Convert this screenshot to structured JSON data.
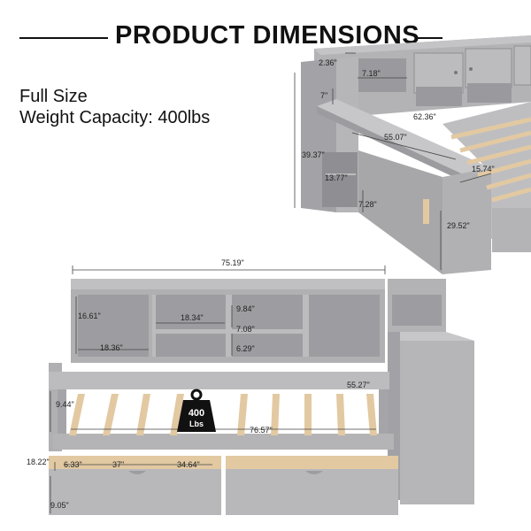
{
  "header": {
    "title": "PRODUCT DIMENSIONS"
  },
  "specs": {
    "size": "Full Size",
    "weight_capacity": "Weight Capacity: 400lbs"
  },
  "badge": {
    "value": "400",
    "unit": "Lbs"
  },
  "colors": {
    "bed_gray": "#a9a9ac",
    "bed_dark": "#8e8e92",
    "wood": "#e2c9a2",
    "accent": "#111111"
  },
  "top_view": {
    "shelf_width": "2.36\"",
    "compartment_depth": "7.18\"",
    "shelf_gap": "7\"",
    "headboard_width": "62.36\"",
    "desk_length": "55.07\"",
    "total_height": "39.37\"",
    "desk_depth": "15.74\"",
    "cubby_height": "13.77\"",
    "cubby_width": "7.28\"",
    "desk_height": "29.52\""
  },
  "front_view": {
    "overall_width": "75.19\"",
    "headboard_height": "16.61\"",
    "shelf_width_mid": "18.34\"",
    "shelf_height_upper": "9.84\"",
    "shelf_width_left": "18.36\"",
    "shelf_gap_mid": "7.08\"",
    "shelf_height_lower": "6.29\"",
    "side_height": "9.44\"",
    "cabinet_length": "55.27\"",
    "slat_length": "76.57\"",
    "drawer_rail_height": "18.22\"",
    "drawer_offset": "6.33\"",
    "drawer_depth": "37\"",
    "drawer_width": "34.64\"",
    "drawer_height": "9.05\""
  }
}
